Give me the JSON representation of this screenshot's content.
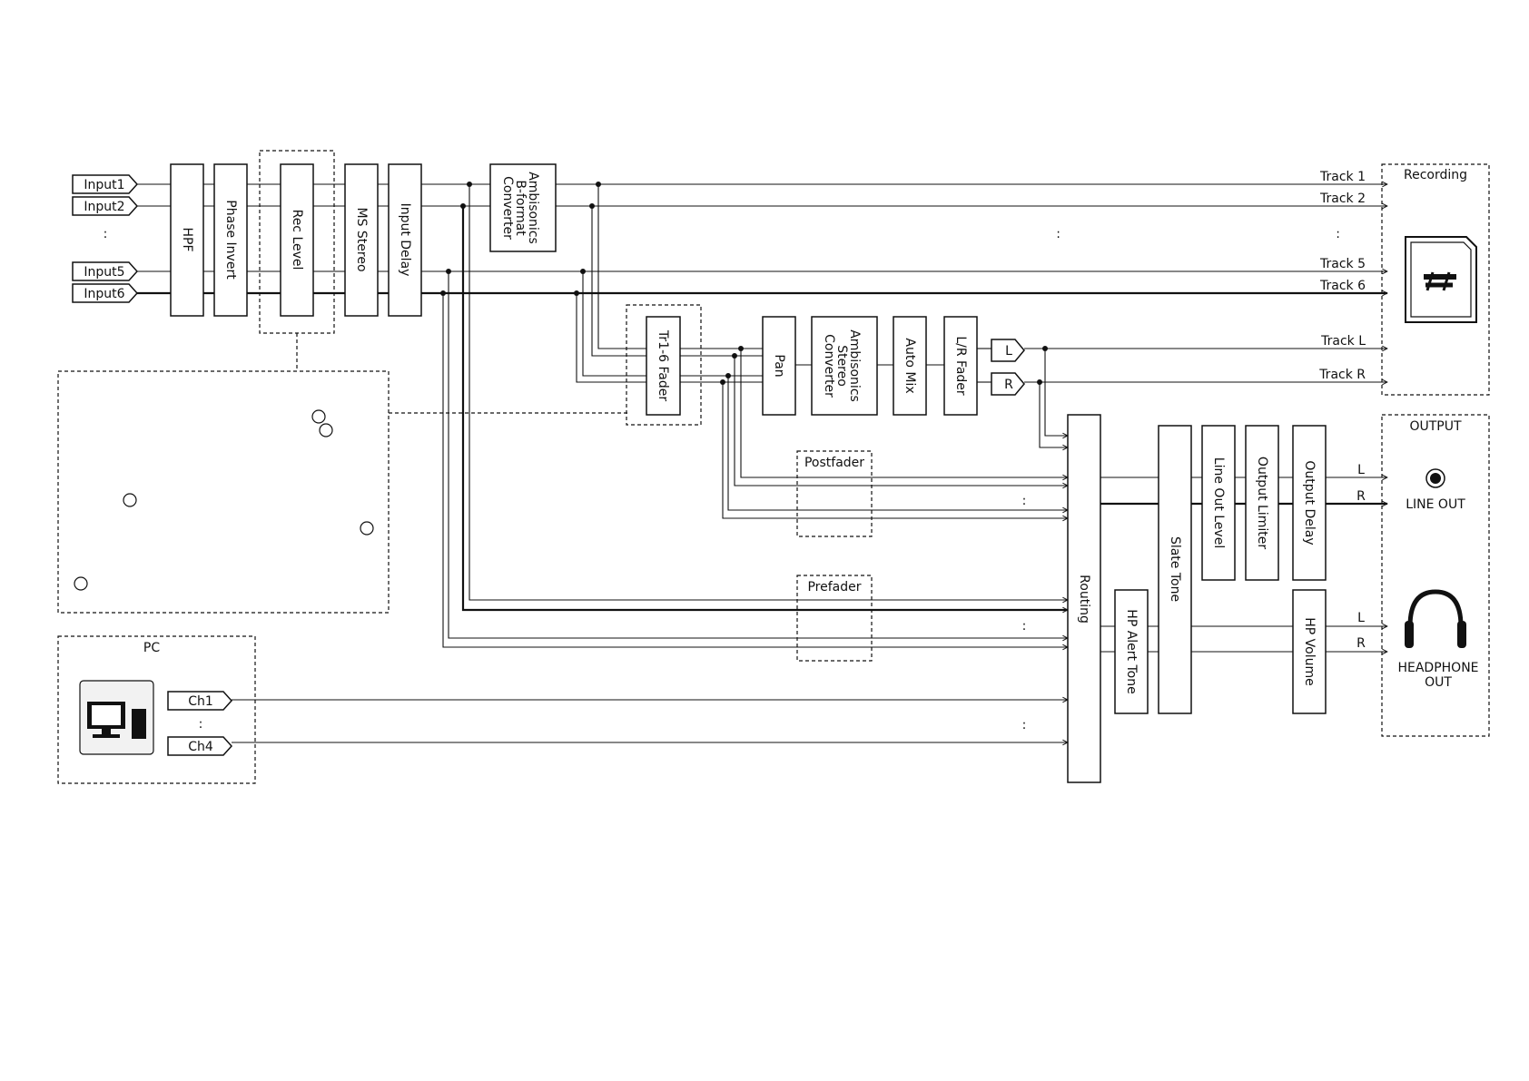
{
  "inputs": {
    "in1": "Input1",
    "in2": "Input2",
    "in5": "Input5",
    "in6": "Input6",
    "ellipsis": ":"
  },
  "blocks": {
    "hpf": "HPF",
    "phase_invert": "Phase Invert",
    "rec_level": "Rec Level",
    "ms_stereo": "MS Stereo",
    "input_delay": "Input Delay",
    "ambisonics_bformat": [
      "Ambisonics",
      "B-format",
      "Converter"
    ],
    "tr_fader": "Tr1-6 Fader",
    "pan": "Pan",
    "ambisonics_stereo": [
      "Ambisonics",
      "Stereo",
      "Converter"
    ],
    "auto_mix": "Auto Mix",
    "lr_fader": "L/R Fader",
    "routing": "Routing",
    "slate_tone": "Slate Tone",
    "hp_alert_tone": "HP Alert Tone",
    "line_out_level": "Line Out Level",
    "output_limiter": "Output Limiter",
    "output_delay": "Output Delay",
    "hp_volume": "HP Volume"
  },
  "lr_tags": {
    "l": "L",
    "r": "R"
  },
  "tracks": {
    "t1": "Track 1",
    "t2": "Track 2",
    "t5": "Track 5",
    "t6": "Track 6",
    "tl": "Track L",
    "tr": "Track R"
  },
  "groups": {
    "recording": "Recording",
    "output": "OUTPUT",
    "pc": "PC",
    "postfader": "Postfader",
    "prefader": "Prefader"
  },
  "outputs": {
    "line_out": "LINE OUT",
    "headphone_out": [
      "HEADPHONE",
      "OUT"
    ],
    "line_l": "L",
    "line_r": "R",
    "hp_l": "L",
    "hp_r": "R"
  },
  "pc": {
    "ch1": "Ch1",
    "ch4": "Ch4"
  },
  "ellipsis_colon": ":",
  "icons": {
    "sd": "sd-card-icon",
    "computer": "computer-icon",
    "jack": "jack-icon",
    "headphones": "headphones-icon"
  }
}
